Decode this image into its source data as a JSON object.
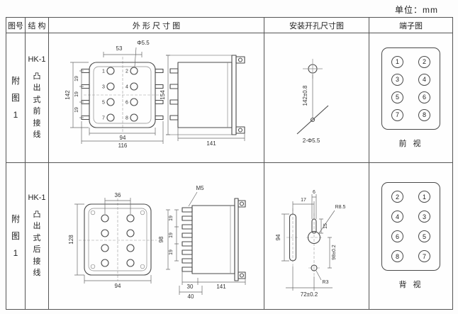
{
  "unit_label": "单位：mm",
  "header": {
    "fig": "图号",
    "structure": "结 构",
    "outline": "外 形 尺 寸 图",
    "mounting": "安装开孔尺寸图",
    "terminal": "端子图"
  },
  "row1": {
    "fig_label": "附\n图\n1",
    "model": "HK-1",
    "structure_label": "凸\n出\n式\n前\n接\n线",
    "outline": {
      "dim_top": "53",
      "dim_hole": "Φ5.5",
      "dim_height": "142",
      "dim_pitch1": "19",
      "dim_pitch2": "19",
      "dim_pitch3": "19",
      "dim_width_inner": "94",
      "dim_width_outer": "116",
      "dim_side_height": "154",
      "dim_depth": "141",
      "pins": [
        "1",
        "2",
        "3",
        "4",
        "5",
        "6",
        "7",
        "8"
      ]
    },
    "mounting": {
      "dim_spacing": "142±0.8",
      "dim_holes": "2-Φ5.5"
    },
    "terminal": {
      "pins": [
        "1",
        "2",
        "3",
        "4",
        "5",
        "6",
        "7",
        "8"
      ],
      "view_label": "前 视"
    }
  },
  "row2": {
    "fig_label": "附\n图\n1",
    "model": "HK-1",
    "structure_label": "凸\n出\n式\n后\n接\n线",
    "outline": {
      "dim_top": "36",
      "dim_height": "128",
      "dim_width": "94",
      "dim_screw": "M5",
      "dim_pitch1": "19",
      "dim_pitch2": "19",
      "dim_pitch3": "19",
      "dim_stack": "98",
      "dim_d1": "30",
      "dim_d2": "40",
      "dim_depth": "141"
    },
    "mounting": {
      "dim_17": "17",
      "dim_6": "6",
      "dim_15": "15",
      "dim_r85": "R8.5",
      "dim_94": "94",
      "dim_v": "98±0.2",
      "dim_r3": "R3",
      "dim_72": "72±0.2"
    },
    "terminal": {
      "pins": [
        "2",
        "1",
        "4",
        "3",
        "6",
        "5",
        "8",
        "7"
      ],
      "view_label": "背 视"
    }
  }
}
